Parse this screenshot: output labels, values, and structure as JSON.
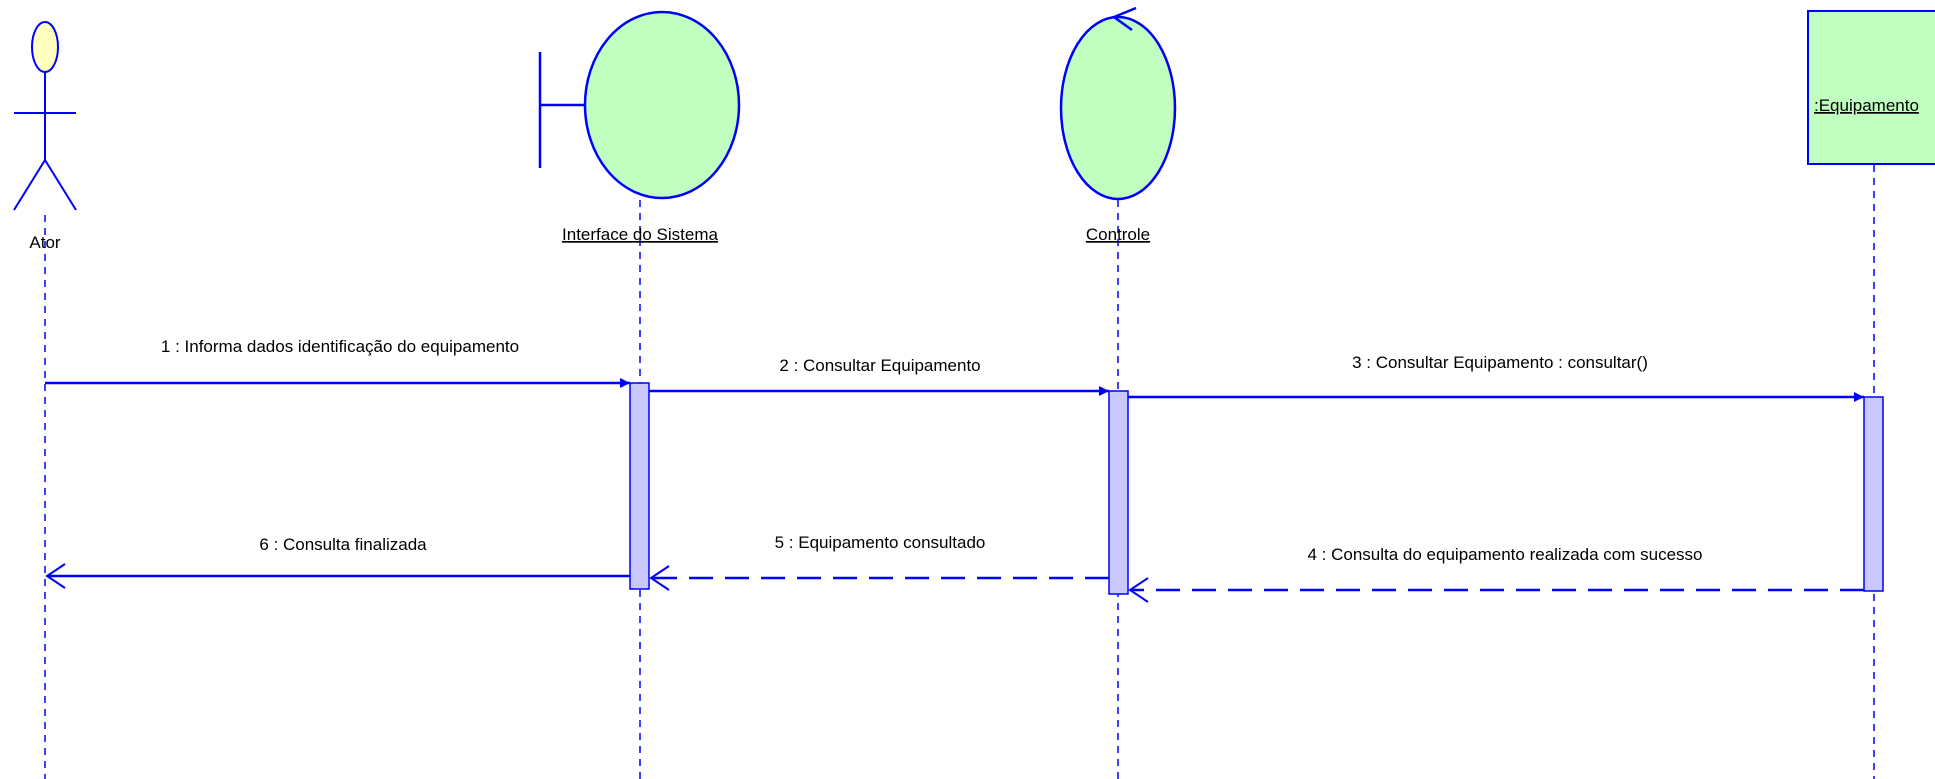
{
  "lifelines": [
    {
      "id": "ator",
      "kind": "actor",
      "name": "Ator",
      "underline": false
    },
    {
      "id": "interface",
      "kind": "boundary",
      "name": "Interface do Sistema",
      "underline": true
    },
    {
      "id": "controle",
      "kind": "control",
      "name": "Controle",
      "underline": true
    },
    {
      "id": "equipamento",
      "kind": "entity",
      "name": ":Equipamento",
      "underline": true
    }
  ],
  "messages": [
    {
      "id": "m1",
      "label": "1 : Informa dados identificação do equipamento",
      "from": "ator",
      "to": "interface",
      "type": "call"
    },
    {
      "id": "m2",
      "label": "2 : Consultar Equipamento",
      "from": "interface",
      "to": "controle",
      "type": "call"
    },
    {
      "id": "m3",
      "label": "3 : Consultar Equipamento : consultar()",
      "from": "controle",
      "to": "equipamento",
      "type": "call"
    },
    {
      "id": "m4",
      "label": "4 : Consulta do equipamento realizada com sucesso",
      "from": "equipamento",
      "to": "controle",
      "type": "return"
    },
    {
      "id": "m5",
      "label": "5 : Equipamento consultado",
      "from": "controle",
      "to": "interface",
      "type": "return"
    },
    {
      "id": "m6",
      "label": "6 : Consulta finalizada",
      "from": "interface",
      "to": "ator",
      "type": "call"
    }
  ],
  "colors": {
    "line": "#0000ff",
    "actor_head": "#ffffc0",
    "object_fill": "#c0ffc0",
    "activation_fill": "#c8c8ff",
    "text": "#000000"
  }
}
